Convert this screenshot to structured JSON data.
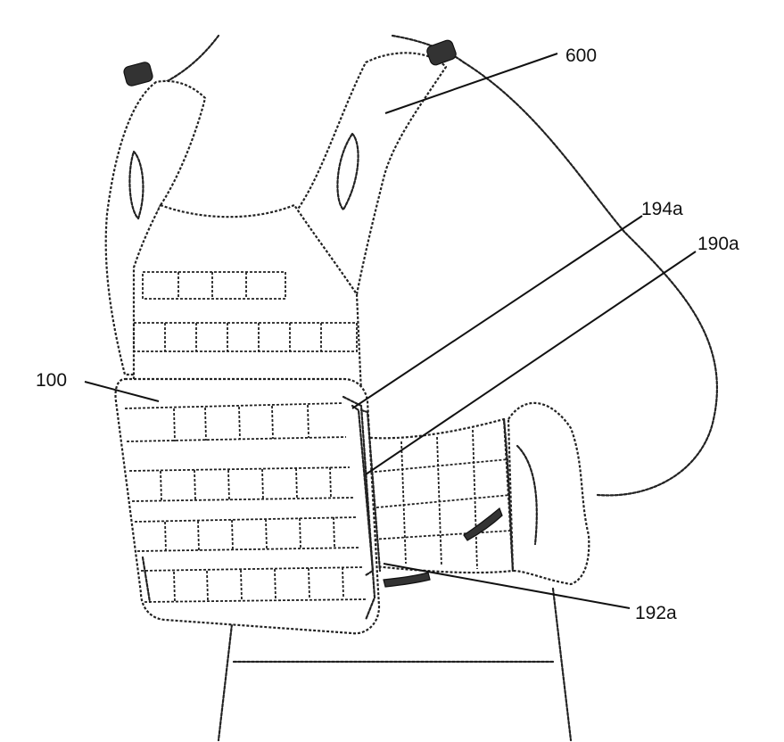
{
  "labels": {
    "shoulder_pad": "600",
    "front_plate_carrier": "100",
    "upper_connector": "194a",
    "side_strap": "190a",
    "lower_connector": "192a"
  }
}
